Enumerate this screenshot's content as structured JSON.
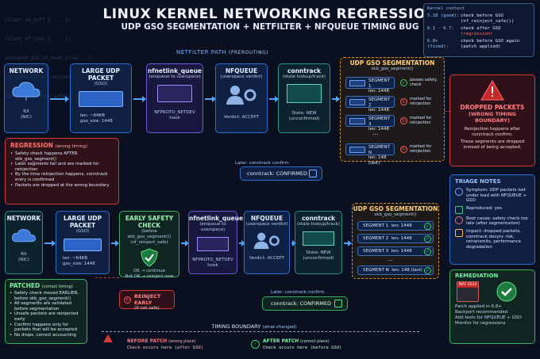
{
  "background_code": [
    "struct sk_buff { ... };",
    "struct nf_conn { ... };",
    "unsigned int nf_hook_slow(...);",
    "unsigned int nf_reinject(...);",
    "bool nf_reinject_safe(...);"
  ],
  "header": {
    "title": "LINUX KERNEL NETWORKING REGRESSION",
    "subtitle": "UDP GSO SEGMENTATION + NETFILTER + NFQUEUE TIMING BUG"
  },
  "kernel_context": {
    "heading": "Kernel context",
    "rows": [
      {
        "key": "5.18 (good):",
        "value": "check before GSO (nf_reinject_safe())"
      },
      {
        "key": "6.1 - 6.7:",
        "value": "check after GSO",
        "note": "(regression)"
      },
      {
        "key": "6.8+ (fixed):",
        "value": "check before GSO again (patch applied)"
      }
    ]
  },
  "top_flow": {
    "section_label": "NETFILTER PATH",
    "section_sub": "(PREROUTING)",
    "network": {
      "title": "NETWORK",
      "sub1": "RX",
      "sub2": "(NIC)"
    },
    "large_packet": {
      "title": "LARGE UDP PACKET",
      "sub": "(GSO)",
      "len": "len: ~64KB",
      "gso": "gso_size: 1448"
    },
    "nfnetlink": {
      "title": "nfnetlink_queue",
      "sub": "(enqueue to userspace)",
      "hook1": "NFPROTO_NETDEV",
      "hook2": "hook"
    },
    "nfqueue": {
      "title": "NFQUEUE",
      "sub": "(userspace verdict)",
      "verdict": "Verdict: ACCEPT"
    },
    "conntrack": {
      "title": "conntrack",
      "sub": "(state lookup/track)",
      "state1": "State: NEW",
      "state2": "(unconfirmed)"
    },
    "gso": {
      "title": "UDP GSO SEGMENTATION",
      "sub": "skb_gso_segment()",
      "segments": [
        {
          "name": "SEGMENT 1",
          "len": "len: 1448",
          "note": "passes safety check"
        },
        {
          "name": "SEGMENT 2",
          "len": "len: 1448",
          "note": "marked for reinjection"
        },
        {
          "name": "SEGMENT 3",
          "len": "len: 1448",
          "note": "marked for reinjection"
        },
        {
          "name": "SEGMENT N",
          "len": "len: 148 (last)",
          "note": "marked for reinjection"
        }
      ],
      "ellipsis": "..."
    },
    "confirm_label": "Later: conntrack confirm",
    "confirmed": "conntrack: CONFIRMED",
    "dropped": {
      "title": "DROPPED PACKETS",
      "sub": "(WRONG TIMING BOUNDARY)",
      "desc1": "Reinjection happens after conntrack confirm.",
      "desc2": "These segments are dropped instead of being accepted."
    }
  },
  "regression": {
    "title": "REGRESSION",
    "title_note": "(wrong timing)",
    "items": [
      "Safety check happens AFTER skb_gso_segment()",
      "Later segments fail and are marked for reinjection",
      "By the time reinjection happens, conntrack entry is confirmed",
      "Packets are dropped at the wrong boundary"
    ]
  },
  "bottom_flow": {
    "network": {
      "title": "NETWORK",
      "sub1": "RX",
      "sub2": "(NIC)"
    },
    "large_packet": {
      "title": "LARGE UDP PACKET",
      "sub": "(GSO)",
      "len": "len: ~64KB",
      "gso": "gso_size: 1448"
    },
    "early_check": {
      "title": "EARLY SAFETY CHECK",
      "sub1": "(before skb_gso_segment())",
      "sub2": "(nf_reinject_safe)",
      "ok": "OK → continue",
      "notok": "Not OK → reinject now"
    },
    "nfnetlink": {
      "title": "nfnetlink_queue",
      "sub": "(enqueue to userspace)",
      "hook1": "NFPROTO_NETDEV",
      "hook2": "hook"
    },
    "nfqueue": {
      "title": "NFQUEUE",
      "sub": "(userspace verdict)",
      "verdict": "Verdict: ACCEPT"
    },
    "conntrack": {
      "title": "conntrack",
      "sub": "(state lookup/track)",
      "state1": "State: NEW",
      "state2": "(unconfirmed)"
    },
    "gso": {
      "title": "UDP GSO SEGMENTATION",
      "sub": "skb_gso_segment()",
      "segments": [
        {
          "name": "SEGMENT 1",
          "len": "len: 1448"
        },
        {
          "name": "SEGMENT 2",
          "len": "len: 1448"
        },
        {
          "name": "SEGMENT 3",
          "len": "len: 1448"
        },
        {
          "name": "SEGMENT N",
          "len": "len: 148 (last)"
        }
      ],
      "ellipsis": "..."
    },
    "reinject": {
      "title": "REINJECT EARLY",
      "sub": "(if not safe)"
    },
    "confirm_label": "Later: conntrack confirm",
    "confirmed": "conntrack: CONFIRMED"
  },
  "patched": {
    "title": "PATCHED",
    "title_note": "(correct timing)",
    "items": [
      "Safety check moved EARLIER, before skb_gso_segment()",
      "All segments are validated before segmentation",
      "Unsafe packets are reinjected early",
      "Confirm happens only for packets that will be accepted",
      "No drops, correct accounting"
    ]
  },
  "triage": {
    "title": "TRIAGE NOTES",
    "rows": [
      "Symptom: UDP packets lost under load with NFQUEUE + GSO",
      "Reproduced: yes",
      "Root cause: safety check too late (after segmentation)",
      "Impact: dropped packets, conntrack desync risk, retransmits, performance degradation"
    ]
  },
  "remediation": {
    "title": "REMEDIATION",
    "month": "MAY 2024",
    "items": [
      "Patch applied in 6.8+",
      "Backport recommended",
      "Add tests for NFQUEUE + GSO",
      "Monitor for regressions"
    ]
  },
  "timing": {
    "title": "TIMING BOUNDARY",
    "title_note": "(what changed)",
    "before": "BEFORE PATCH",
    "before_note": "(wrong place)",
    "before_desc": "Check occurs here (after GSO)",
    "after": "AFTER PATCH",
    "after_note": "(correct place)",
    "after_desc": "Check occurs here (before GSO)"
  },
  "colors": {
    "accent": "#4fa3ff",
    "danger": "#d23b3b",
    "ok": "#3cae5c",
    "warn": "#d9932e"
  }
}
